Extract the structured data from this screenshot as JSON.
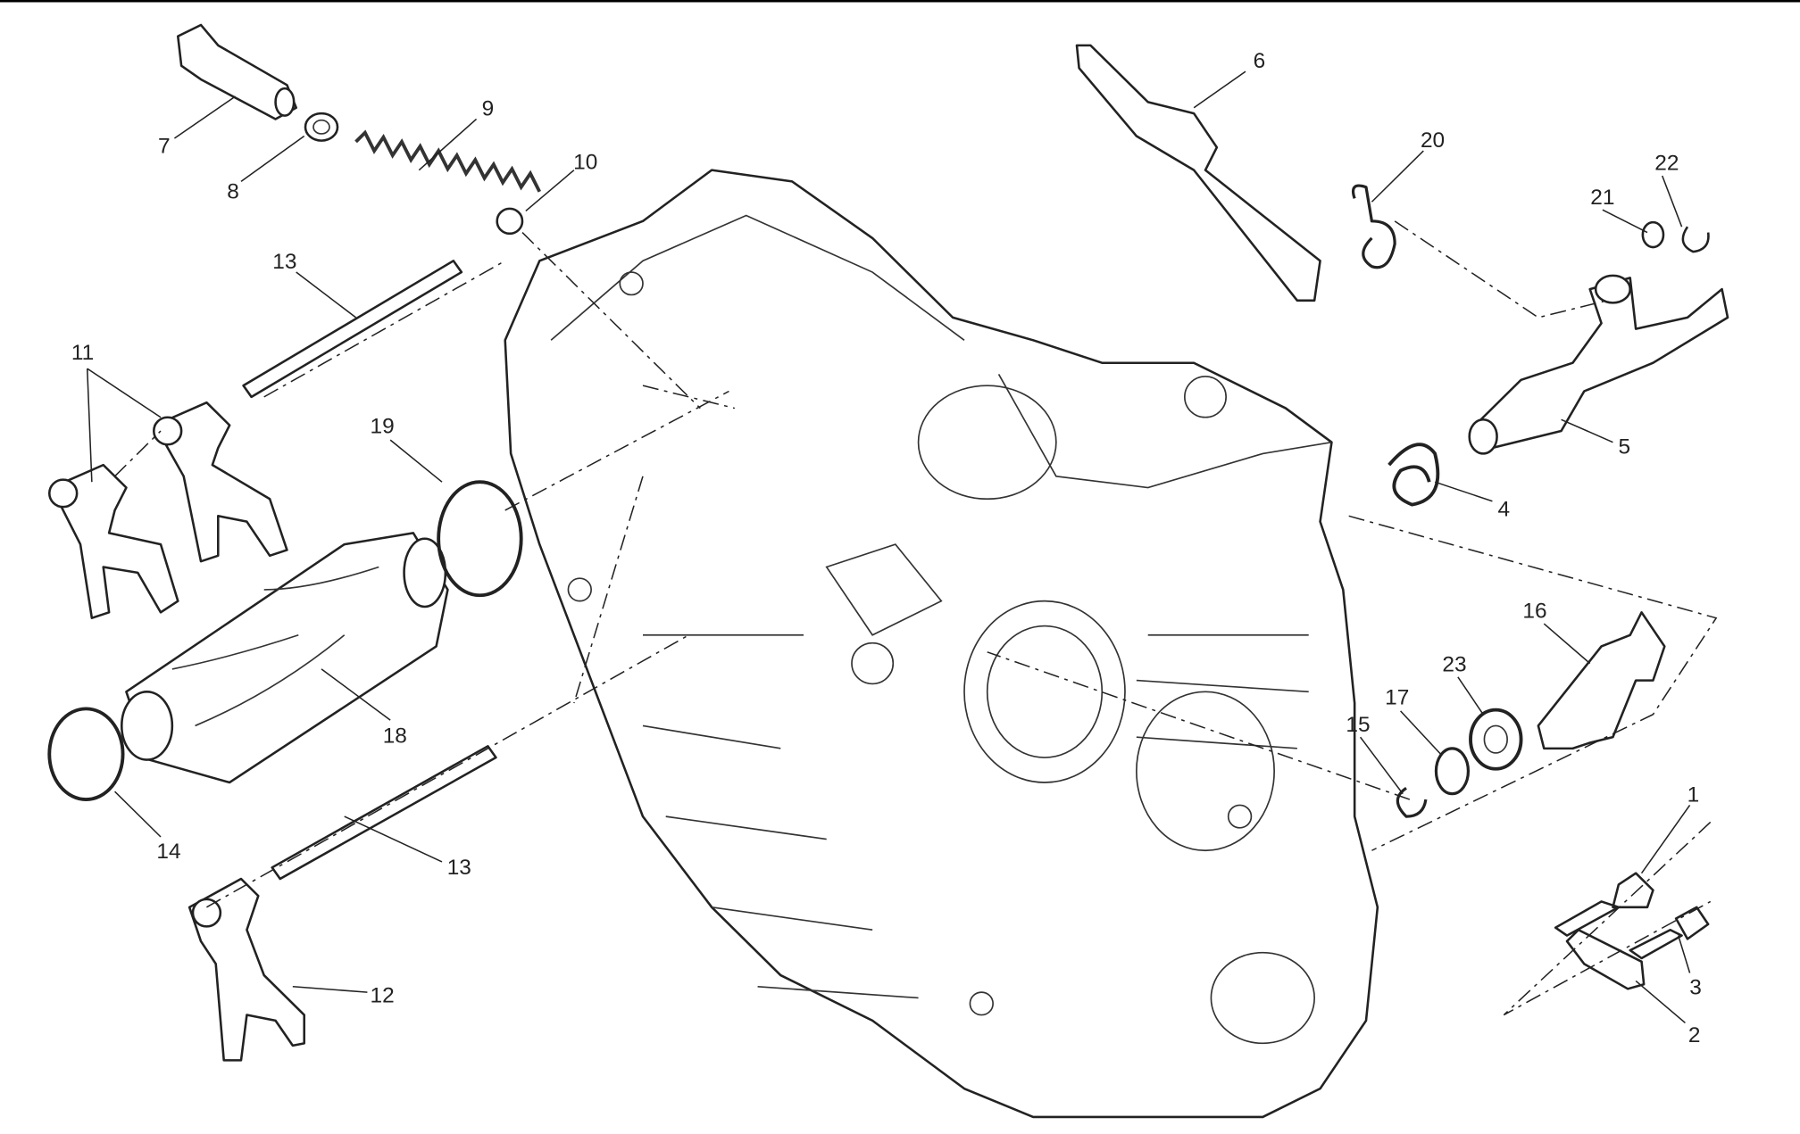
{
  "diagram": {
    "title": "Gearshift mechanism exploded view",
    "callouts": {
      "c1": "1",
      "c2": "2",
      "c3": "3",
      "c4": "4",
      "c5": "5",
      "c6": "6",
      "c7": "7",
      "c8": "8",
      "c9": "9",
      "c10": "10",
      "c11": "11",
      "c12": "12",
      "c13a": "13",
      "c13b": "13",
      "c14": "14",
      "c15": "15",
      "c16": "16",
      "c17": "17",
      "c18": "18",
      "c19": "19",
      "c20": "20",
      "c21": "21",
      "c22": "22",
      "c23": "23"
    }
  }
}
